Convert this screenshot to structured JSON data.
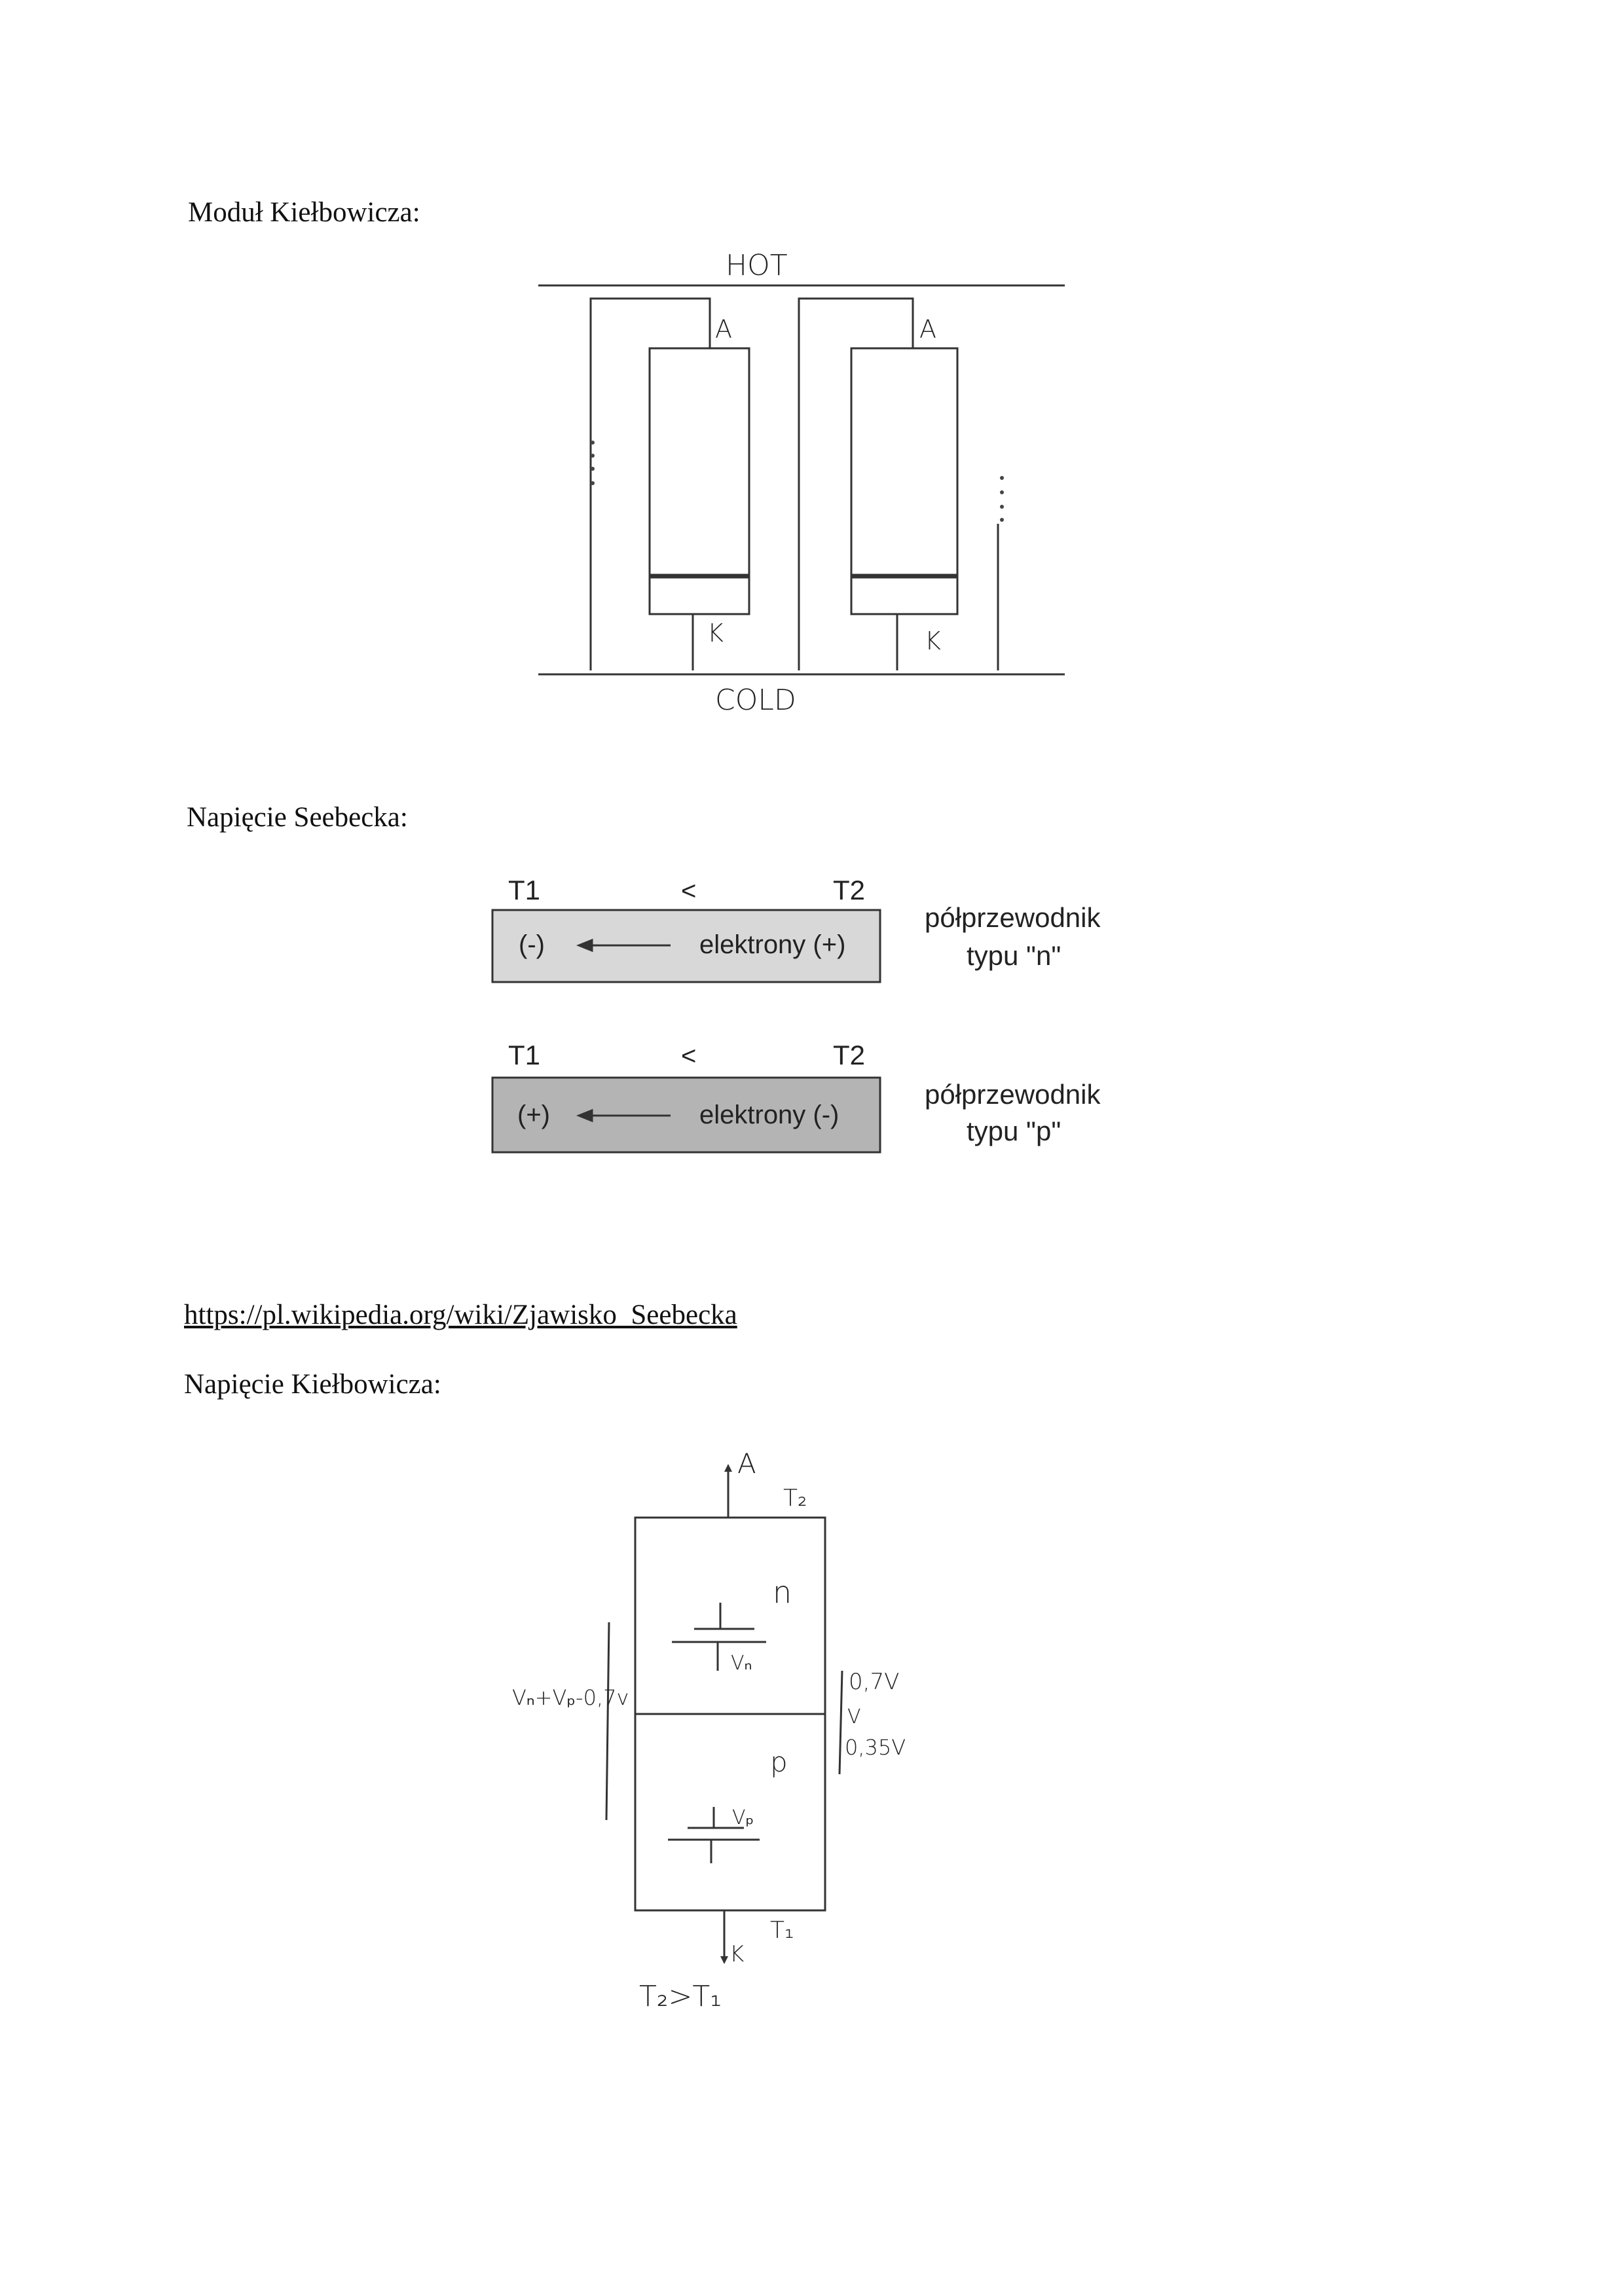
{
  "sections": {
    "module_heading": "Moduł Kiełbowicza:",
    "seebeck_heading": "Napięcie Seebecka:",
    "link_text": "https://pl.wikipedia.org/wiki/Zjawisko_Seebecka",
    "kielbowicz_heading": "Napięcie Kiełbowicza:"
  },
  "module_diagram": {
    "hot": "HOT",
    "cold": "COLD",
    "anode_left": "A",
    "anode_right": "A",
    "cathode_left": "K",
    "cathode_right": "K"
  },
  "seebeck_diagram": {
    "n_row": {
      "t1": "T1",
      "lt": "<",
      "t2": "T2",
      "left": "(-)",
      "right": "elektrony (+)",
      "desc_line1": "półprzewodnik",
      "desc_line2": "typu \"n\"",
      "fill": "#d8d8d8"
    },
    "p_row": {
      "t1": "T1",
      "lt": "<",
      "t2": "T2",
      "left": "(+)",
      "right": "elektrony (-)",
      "desc_line1": "półprzewodnik",
      "desc_line2": "typu \"p\"",
      "fill": "#b4b4b4"
    }
  },
  "kielbowicz_diagram": {
    "anode": "A",
    "t2_top": "T₂",
    "n_label": "n",
    "vn": "Vₙ",
    "sum_label": "Vₙ+Vₚ-0,7v",
    "v07": "0,7V",
    "v": "V",
    "v035": "0,35V",
    "p_label": "p",
    "vp": "Vₚ",
    "cathode": "K",
    "t1_bottom": "T₁",
    "condition": "T₂>T₁"
  }
}
